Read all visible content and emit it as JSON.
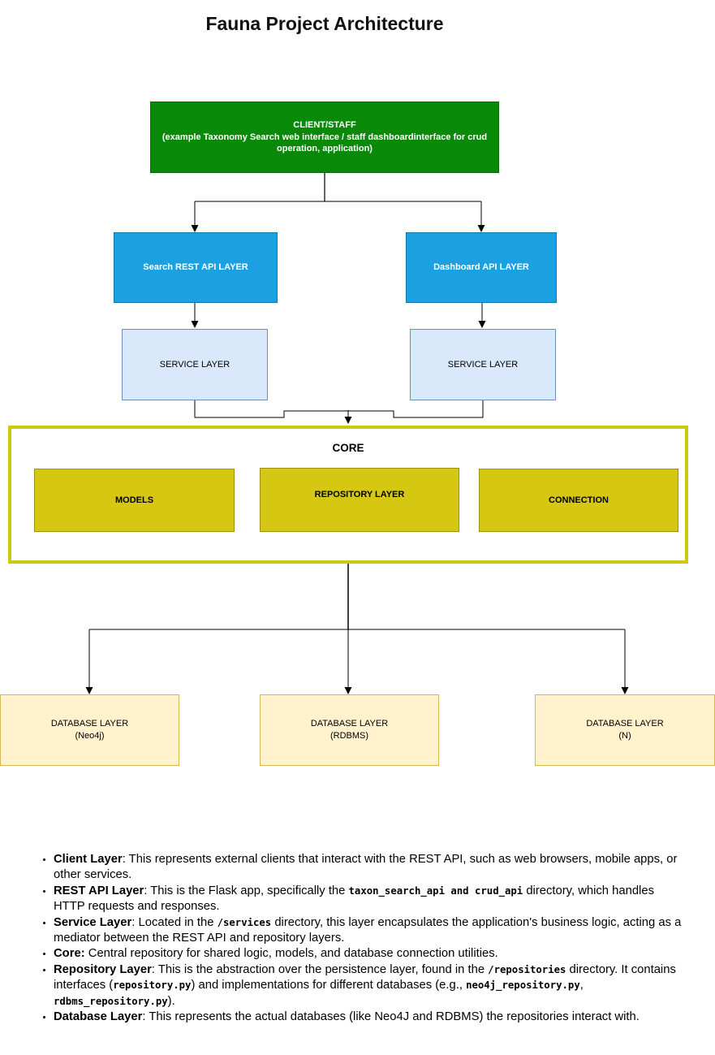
{
  "title": "Fauna Project Architecture",
  "colors": {
    "client_fill": "#088A08",
    "client_border": "#0A6A0A",
    "api_fill": "#1BA1E2",
    "api_border": "#1377A8",
    "service_fill": "#DAE8FC",
    "service_border": "#6C8EBF",
    "core_border": "#CCC90E",
    "core_box_fill": "#D6C713",
    "core_box_border": "#9C920E",
    "db_fill": "#FFF2CC",
    "db_border": "#D6B656",
    "connector": "#000000"
  },
  "diagram": {
    "client": {
      "title": "CLIENT/STAFF",
      "subtitle": "(example Taxonomy Search web interface / staff dashboardinterface for crud operation, application)"
    },
    "search_api": {
      "label": "Search REST API LAYER"
    },
    "dashboard_api": {
      "label": "Dashboard API LAYER"
    },
    "service_left": {
      "label": "SERVICE LAYER"
    },
    "service_right": {
      "label": "SERVICE LAYER"
    },
    "core": {
      "title": "CORE",
      "boxes": {
        "models": "MODELS",
        "repository": "REPOSITORY LAYER",
        "connection": "CONNECTION"
      }
    },
    "databases": {
      "left": {
        "line1": "DATABASE LAYER",
        "line2": "(Neo4j)"
      },
      "middle": {
        "line1": "DATABASE LAYER",
        "line2": "(RDBMS)"
      },
      "right": {
        "line1": "DATABASE LAYER",
        "line2": "(N)"
      }
    }
  },
  "notes": [
    {
      "segments": [
        {
          "t": "Client Layer",
          "style": "b"
        },
        {
          "t": ": This represents external clients that interact with the REST API, such as web browsers, mobile apps, or other services."
        }
      ]
    },
    {
      "segments": [
        {
          "t": "REST API Layer",
          "style": "b"
        },
        {
          "t": ": This is the Flask app, specifically the "
        },
        {
          "t": "taxon_search_api and crud_api",
          "style": "m"
        },
        {
          "t": " directory, which handles HTTP requests and responses."
        }
      ]
    },
    {
      "segments": [
        {
          "t": "Service Layer",
          "style": "b"
        },
        {
          "t": ": Located in the "
        },
        {
          "t": "/services",
          "style": "m"
        },
        {
          "t": " directory, this layer encapsulates the application's business logic, acting as a mediator between the REST API and repository layers."
        }
      ]
    },
    {
      "segments": [
        {
          "t": "Core:",
          "style": "b"
        },
        {
          "t": " Central repository for shared logic, models, and database connection utilities."
        }
      ]
    },
    {
      "segments": [
        {
          "t": "Repository Layer",
          "style": "b"
        },
        {
          "t": ": This is the abstraction over the persistence layer, found in the "
        },
        {
          "t": "/repositories",
          "style": "m"
        },
        {
          "t": " directory. It contains interfaces ("
        },
        {
          "t": "repository.py",
          "style": "m"
        },
        {
          "t": ") and implementations for different databases (e.g., "
        },
        {
          "t": "neo4j_repository.py",
          "style": "m"
        },
        {
          "t": ", "
        },
        {
          "t": "rdbms_repository.py",
          "style": "m"
        },
        {
          "t": ")."
        }
      ]
    },
    {
      "segments": [
        {
          "t": "Database Layer",
          "style": "b"
        },
        {
          "t": ": This represents the actual databases (like Neo4J and RDBMS) the repositories interact with."
        }
      ]
    }
  ]
}
